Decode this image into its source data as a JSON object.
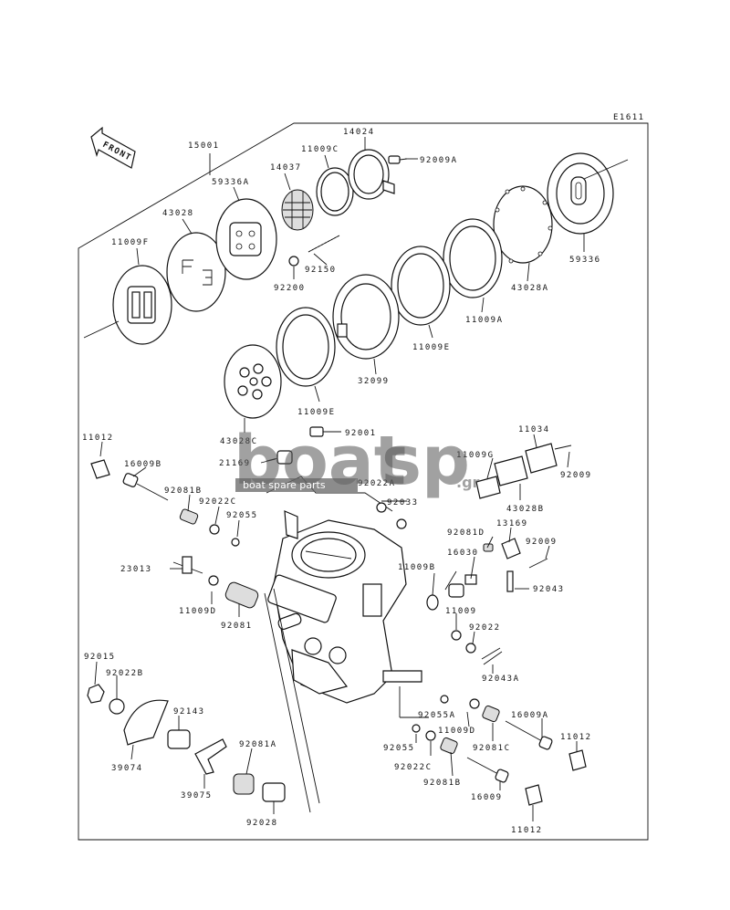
{
  "diagram_code": "E1611",
  "front_label": "FRONT",
  "watermark": {
    "part1": "boat",
    "part2": "sp",
    "tld": ".gr",
    "tagline": "boat spare parts"
  },
  "labels": {
    "l15001": "15001",
    "l14024": "14024",
    "l11009C": "11009C",
    "l92009A": "92009A",
    "l14037": "14037",
    "l59336A": "59336A",
    "l43028": "43028",
    "l11009F": "11009F",
    "l92150": "92150",
    "l92200": "92200",
    "l59336": "59336",
    "l43028A": "43028A",
    "l11009A": "11009A",
    "l11009E_1": "11009E",
    "l32099": "32099",
    "l11009E_2": "11009E",
    "l43028C": "43028C",
    "l92001": "92001",
    "l11012_1": "11012",
    "l16009B": "16009B",
    "l21169": "21169",
    "l92022A": "92022A",
    "l11034": "11034",
    "l11009G": "11009G",
    "l92009_1": "92009",
    "l43028B": "43028B",
    "l92081B_1": "92081B",
    "l92022C_1": "92022C",
    "l92033": "92033",
    "l92055_1": "92055",
    "l92081D": "92081D",
    "l13169": "13169",
    "l92009_2": "92009",
    "l16030": "16030",
    "l23013": "23013",
    "l11009B": "11009B",
    "l92043": "92043",
    "l11009D_1": "11009D",
    "l92081": "92081",
    "l11009": "11009",
    "l92022": "92022",
    "l92043A": "92043A",
    "l92015": "92015",
    "l92022B": "92022B",
    "l92143": "92143",
    "l92055A": "92055A",
    "l16009A": "16009A",
    "l11009D_2": "11009D",
    "l11012_2": "11012",
    "l92055_2": "92055",
    "l92081C": "92081C",
    "l39074": "39074",
    "l92081A": "92081A",
    "l92022C_2": "92022C",
    "l92081B_2": "92081B",
    "l39075": "39075",
    "l16009": "16009",
    "l92028": "92028",
    "l11012_3": "11012"
  }
}
